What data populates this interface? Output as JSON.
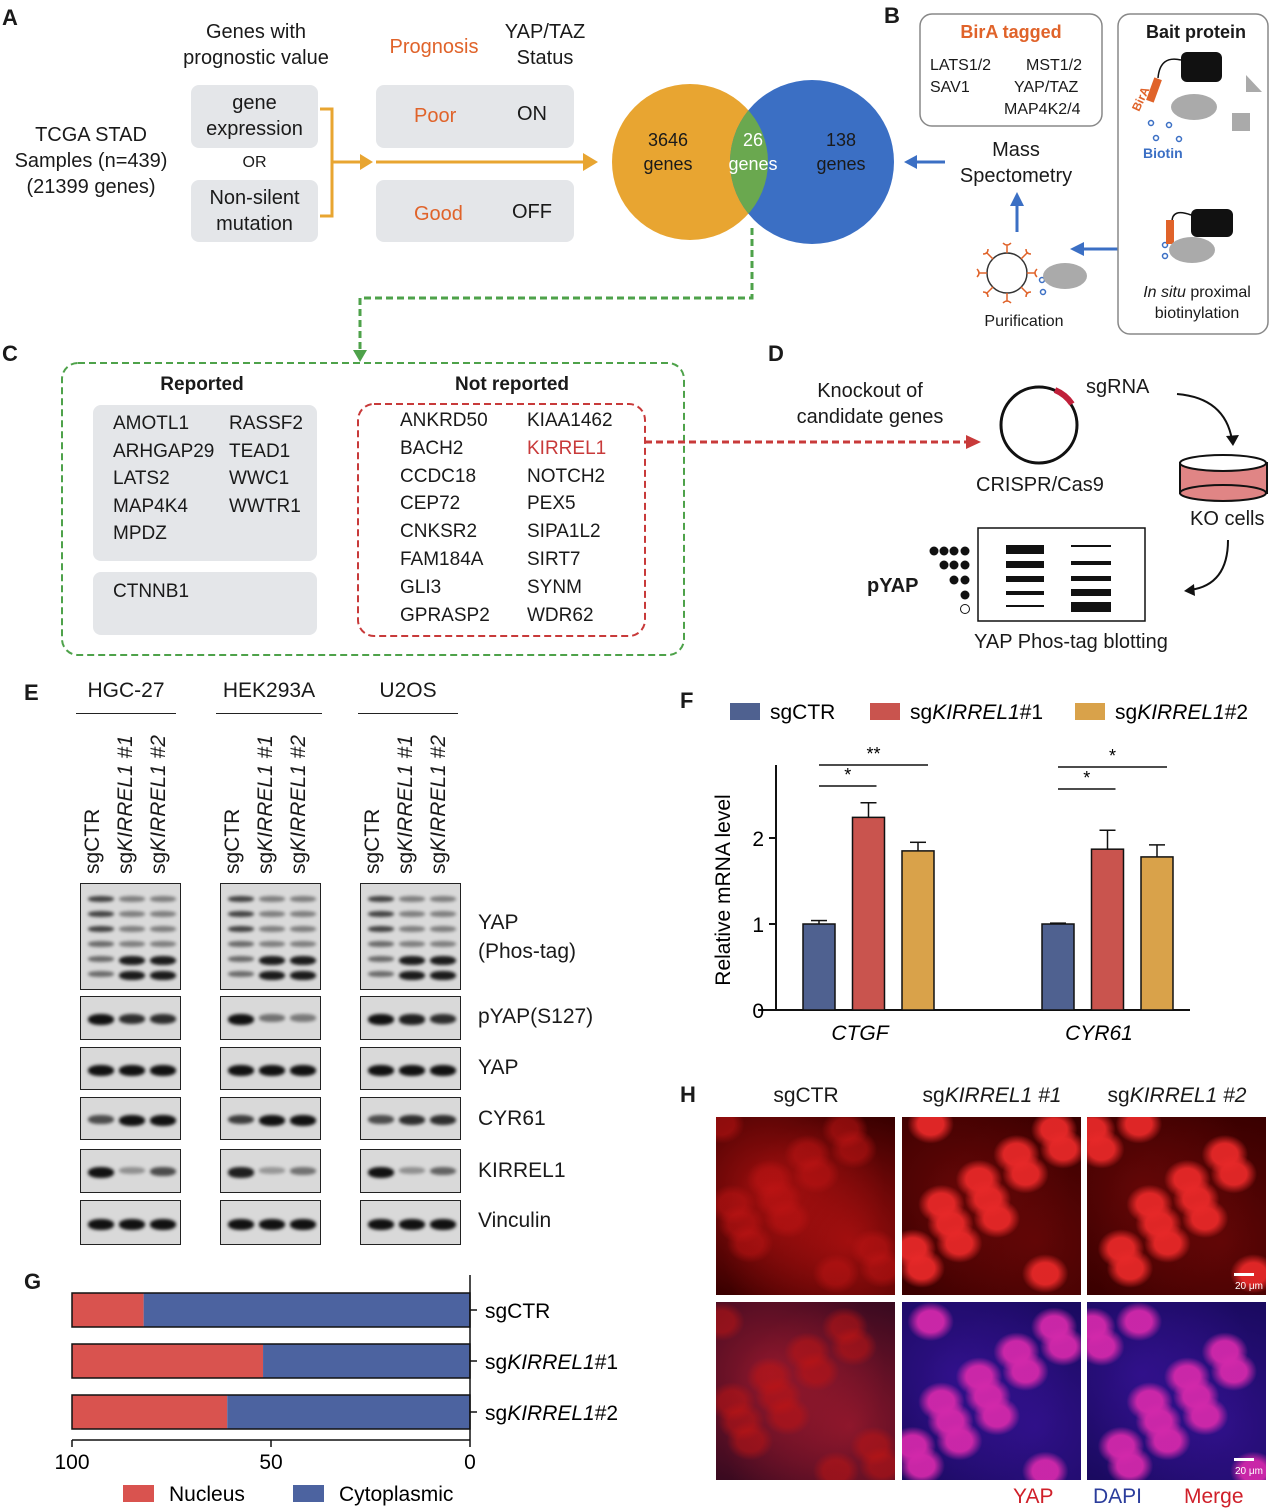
{
  "panel_labels": [
    "A",
    "B",
    "C",
    "D",
    "E",
    "F",
    "G",
    "H"
  ],
  "panelA": {
    "source_title": "TCGA STAD",
    "source_samples": "Samples (n=439)",
    "source_genes": "(21399 genes)",
    "criteria_header": "Genes with prognostic value",
    "criteria1": "gene expression",
    "or_label": "OR",
    "criteria2": "Non-silent mutation",
    "prognosis_header": "Prognosis",
    "status_header": "YAP/TAZ Status",
    "row1_prognosis": "Poor",
    "row1_status": "ON",
    "row2_prognosis": "Good",
    "row2_status": "OFF",
    "venn_left_count": "3646",
    "venn_left_unit": "genes",
    "venn_mid_count": "26",
    "venn_mid_unit": "genes",
    "venn_right_count": "138",
    "venn_right_unit": "genes",
    "colors": {
      "orange": "#e8a531",
      "blue": "#3b6fc4",
      "green": "#6aa84f",
      "accent": "#e0632a"
    }
  },
  "panelB": {
    "tagged_title": "BirA tagged",
    "tagged_list": [
      "LATS1/2",
      "MST1/2",
      "SAV1",
      "YAP/TAZ",
      "MAP4K2/4"
    ],
    "bait_title": "Bait protein",
    "bira_label": "BirA",
    "biotin_label": "Biotin",
    "insitu_italic": "In situ",
    "insitu_rest": "proximal",
    "insitu_line2": "biotinylation",
    "purification": "Purification",
    "ms_line1": "Mass",
    "ms_line2": "Spectometry"
  },
  "panelC": {
    "reported_header": "Reported",
    "reported": [
      "AMOTL1",
      "RASSF2",
      "ARHGAP29",
      "TEAD1",
      "LATS2",
      "WWC1",
      "MAP4K4",
      "WWTR1",
      "MPDZ"
    ],
    "reported_extra": "CTNNB1",
    "not_reported_header": "Not reported",
    "not_reported_left": [
      "ANKRD50",
      "BACH2",
      "CCDC18",
      "CEP72",
      "CNKSR2",
      "FAM184A",
      "GLI3",
      "GPRASP2"
    ],
    "not_reported_right": [
      "KIAA1462",
      "KIRREL1",
      "NOTCH2",
      "PEX5",
      "SIPA1L2",
      "SIRT7",
      "SYNM",
      "WDR62"
    ],
    "highlight": "KIRREL1"
  },
  "panelD": {
    "knockout_line1": "Knockout of",
    "knockout_line2": "candidate genes",
    "sgrna": "sgRNA",
    "crispr": "CRISPR/Cas9",
    "ko_cells": "KO cells",
    "pyap": "pYAP",
    "blot_label": "YAP Phos-tag blotting"
  },
  "panelE": {
    "cell_lines": [
      "HGC-27",
      "HEK293A",
      "U2OS"
    ],
    "lanes": [
      {
        "pre": "sg",
        "name": "CTR",
        "italic": false
      },
      {
        "pre": "sg",
        "name": "KIRREL1 #1",
        "italic": true
      },
      {
        "pre": "sg",
        "name": "KIRREL1 #2",
        "italic": true
      }
    ],
    "blots": [
      "YAP (Phos-tag)",
      "pYAP(S127)",
      "YAP",
      "CYR61",
      "KIRREL1",
      "Vinculin"
    ]
  },
  "chart_data": [
    {
      "type": "bar",
      "panel": "F",
      "categories": [
        "CTGF",
        "CYR61"
      ],
      "series": [
        {
          "name": "sgCTR",
          "color": "#4f6190",
          "values": [
            1.0,
            1.0
          ],
          "errors": [
            0.04,
            0.01
          ]
        },
        {
          "name": "sgKIRREL1#1",
          "color": "#c9544e",
          "values": [
            2.24,
            1.87
          ],
          "errors": [
            0.17,
            0.22
          ]
        },
        {
          "name": "sgKIRREL1#2",
          "color": "#d9a24a",
          "values": [
            1.85,
            1.78
          ],
          "errors": [
            0.1,
            0.14
          ]
        }
      ],
      "ylabel": "Relative mRNA level",
      "xlabel": "",
      "ylim": [
        0,
        2.8
      ],
      "yticks": [
        "0",
        "1",
        "2"
      ],
      "legend": "top",
      "significance": [
        {
          "category": "CTGF",
          "compare": "sgKIRREL1#1",
          "mark": "*"
        },
        {
          "category": "CTGF",
          "compare": "sgKIRREL1#2",
          "mark": "**"
        },
        {
          "category": "CYR61",
          "compare": "sgKIRREL1#1",
          "mark": "*"
        },
        {
          "category": "CYR61",
          "compare": "sgKIRREL1#2",
          "mark": "*"
        }
      ]
    },
    {
      "type": "bar",
      "panel": "G",
      "orientation": "horizontal-stacked",
      "categories": [
        "sgCTR",
        "sgKIRREL1#1",
        "sgKIRREL1#2"
      ],
      "series": [
        {
          "name": "Nucleus",
          "color": "#d9534f",
          "values": [
            18,
            48,
            39
          ]
        },
        {
          "name": "Cytoplasmic",
          "color": "#4c63a0",
          "values": [
            82,
            52,
            61
          ]
        }
      ],
      "xlim": [
        100,
        0
      ],
      "xticks": [
        "100",
        "50",
        "0"
      ],
      "legend": "bottom"
    }
  ],
  "panelH": {
    "columns": [
      {
        "pre": "sg",
        "name": "CTR",
        "italic": false
      },
      {
        "pre": "sg",
        "name": "KIRREL1 #1",
        "italic": true
      },
      {
        "pre": "sg",
        "name": "KIRREL1 #2",
        "italic": true
      }
    ],
    "scale_bar": "20 μm",
    "channels": [
      {
        "name": "YAP",
        "color": "#d0202a"
      },
      {
        "name": "DAPI",
        "color": "#2b3d9c"
      },
      {
        "name": "Merge",
        "color": "#d0202a"
      }
    ]
  }
}
